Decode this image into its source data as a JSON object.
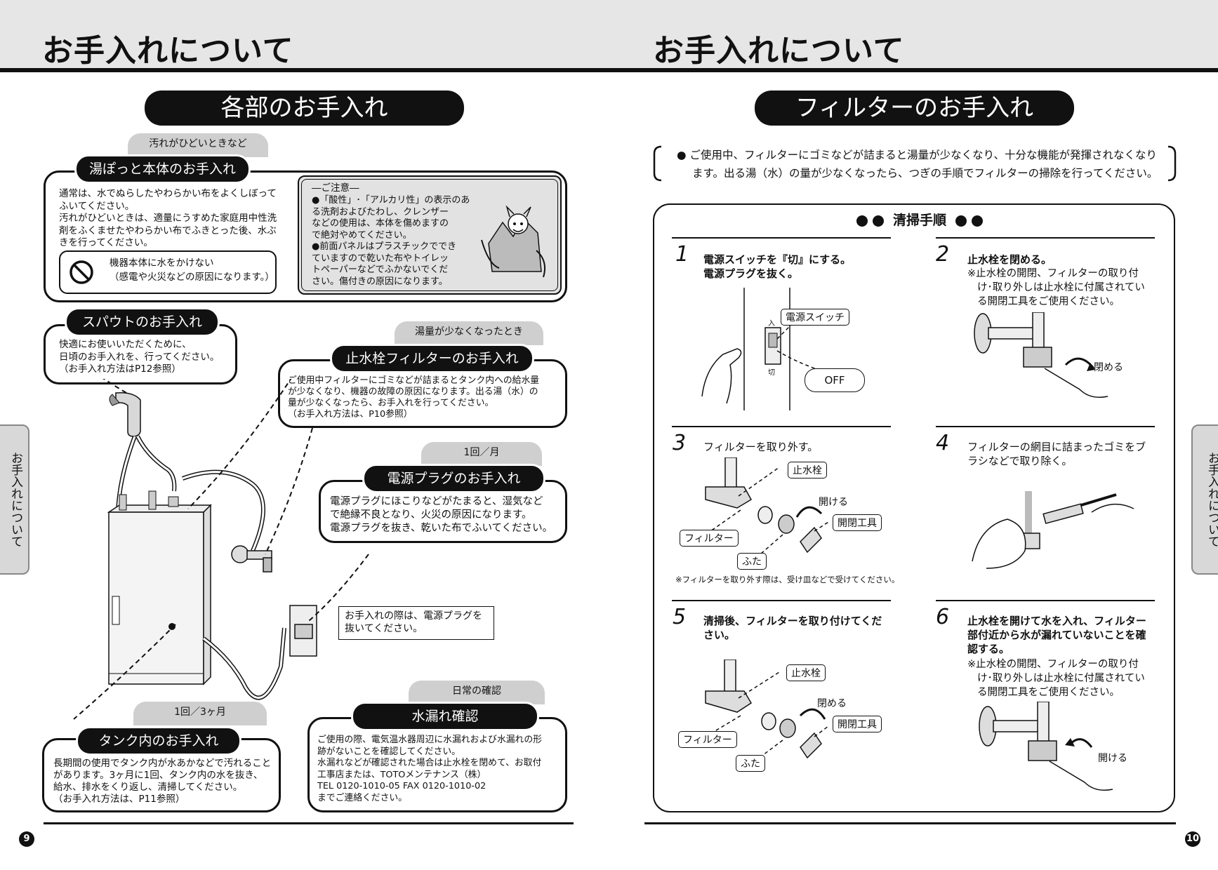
{
  "header": {
    "left_title": "お手入れについて",
    "right_title": "お手入れについて"
  },
  "left": {
    "section_title": "各部のお手入れ",
    "body_care": {
      "tag": "汚れがひどいときなど",
      "title": "湯ぽっと本体のお手入れ",
      "lines": [
        "通常は、水でぬらしたやわらかい布をよくしぼって",
        "ふいてください。",
        "汚れがひどいときは、適量にうすめた家庭用中性洗",
        "剤をふくませたやわらかい布でふきとった後、水ぶ",
        "きを行ってください。"
      ],
      "warning_line1": "機器本体に水をかけない",
      "warning_line2": "（感電や火災などの原因になります。）"
    },
    "caution": {
      "heading": "―ご注意―",
      "lines": [
        "●「酸性」･「アルカリ性」の表示のあ",
        "る洗剤およびたわし、クレンザー",
        "などの使用は、本体を傷めますの",
        "で絶対やめてください。",
        "●前面パネルはプラスチックででき",
        "ていますので乾いた布やトイレッ",
        "トペーパーなどでふかないでくだ",
        "さい。傷付きの原因になります。"
      ]
    },
    "spout": {
      "title": "スパウトのお手入れ",
      "lines": [
        "快適にお使いいただくために、",
        "日頃のお手入れを、行ってください。",
        "（お手入れ方法はP12参照）"
      ]
    },
    "valve_filter": {
      "tag": "湯量が少なくなったとき",
      "title": "止水栓フィルターのお手入れ",
      "lines": [
        "ご使用中フィルターにゴミなどが詰まるとタンク内への給水量",
        "が少なくなり、機器の故障の原因になります。出る湯（水）の",
        "量が少なくなったら、お手入れを行ってください。",
        "（お手入れ方法は、P10参照）"
      ]
    },
    "plug": {
      "tag": "1回／月",
      "title": "電源プラグのお手入れ",
      "lines": [
        "電源プラグにほこりなどがたまると、湿気など",
        "で絶縁不良となり、火災の原因になります。",
        "電源プラグを抜き、乾いた布でふいてください。"
      ]
    },
    "plug_note": [
      "お手入れの際は、電源プラグを",
      "抜いてください。"
    ],
    "leak": {
      "tag": "日常の確認",
      "title": "水漏れ確認",
      "lines": [
        "ご使用の際、電気温水器周辺に水漏れおよび水漏れの形",
        "跡がないことを確認してください。",
        "水漏れなどが確認された場合は止水栓を閉めて、お取付",
        "工事店または、TOTOメンテナンス（株）",
        "TEL 0120-1010-05  FAX 0120-1010-02",
        "までご連絡ください。"
      ]
    },
    "tank": {
      "tag": "1回／3ヶ月",
      "title": "タンク内のお手入れ",
      "lines": [
        "長期間の使用でタンク内が水あかなどで汚れること",
        "があります。3ヶ月に1回、タンク内の水を抜き、",
        "給水、排水をくり返し、清掃してください。",
        "（お手入れ方法は、P11参照）"
      ]
    },
    "side_tab": "お手入れについて",
    "page_number": "9"
  },
  "right": {
    "section_title": "フィルターのお手入れ",
    "intro_lines": [
      "● ご使用中、フィルターにゴミなどが詰まると湯量が少なくなり、十分な機能が発揮されなくなり",
      "ます。出る湯（水）の量が少なくなったら、つぎの手順でフィルターの掃除を行ってください。"
    ],
    "procedure_title": "清掃手順",
    "steps": [
      {
        "num": "1",
        "lines": [
          "電源スイッチを『切』にする。",
          "電源プラグを抜く。"
        ],
        "notes": []
      },
      {
        "num": "2",
        "lines": [
          "止水栓を閉める。"
        ],
        "notes": [
          "※止水栓の開閉、フィルターの取り付",
          "け･取り外しは止水栓に付属されてい",
          "る開閉工具をご使用ください。"
        ]
      },
      {
        "num": "3",
        "lines": [
          "フィルターを取り外す。"
        ],
        "notes": []
      },
      {
        "num": "4",
        "lines": [
          "フィルターの網目に詰まったゴミをブ",
          "ラシなどで取り除く。"
        ],
        "notes": []
      },
      {
        "num": "5",
        "lines": [
          "清掃後、フィルターを取り付けてくだ",
          "さい。"
        ],
        "notes": []
      },
      {
        "num": "6",
        "lines": [
          "止水栓を開けて水を入れ、フィルター",
          "部付近から水が漏れていないことを確",
          "認する。"
        ],
        "notes": [
          "※止水栓の開閉、フィルターの取り付",
          "け･取り外しは止水栓に付属されてい",
          "る開閉工具をご使用ください。"
        ]
      }
    ],
    "step1_labels": {
      "switch": "電源スイッチ",
      "off": "OFF",
      "on_mark": "入",
      "off_mark": "切"
    },
    "step2_label": "閉める",
    "step3_labels": {
      "valve": "止水栓",
      "open": "開ける",
      "tool": "開閉工具",
      "filter": "フィルター",
      "cap": "ふた"
    },
    "step3_note": "※フィルターを取り外す際は、受け皿などで受けてください。",
    "step5_labels": {
      "valve": "止水栓",
      "close": "閉める",
      "tool": "開閉工具",
      "filter": "フィルター",
      "cap": "ふた"
    },
    "step6_label": "開ける",
    "side_tab": "お手入れについて",
    "page_number": "10"
  },
  "colors": {
    "ink": "#111111",
    "header_band": "#e6e6e6",
    "tab_gray": "#cfcfcf",
    "panel_gray": "#e2e2e2"
  }
}
